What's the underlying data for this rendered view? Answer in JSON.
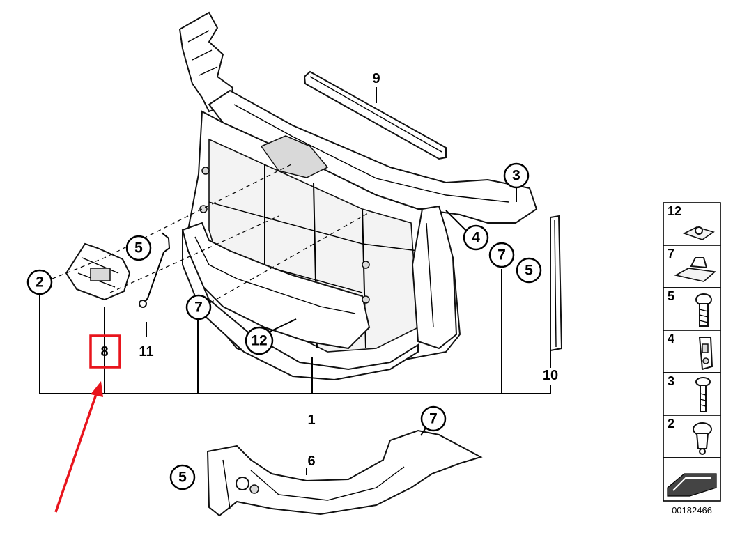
{
  "callouts": {
    "c1": "1",
    "c2": "2",
    "c3": "3",
    "c4": "4",
    "c5a": "5",
    "c5b": "5",
    "c5c": "5",
    "c6": "6",
    "c7a": "7",
    "c7b": "7",
    "c7c": "7",
    "c8": "8",
    "c9": "9",
    "c10": "10",
    "c11": "11",
    "c12": "12"
  },
  "legend": {
    "items": [
      "12",
      "7",
      "5",
      "4",
      "3",
      "2"
    ]
  },
  "diagram_code": "00182466",
  "highlight": {
    "target": "8",
    "box_color": "#e8141c",
    "arrow_color": "#e8141c"
  }
}
